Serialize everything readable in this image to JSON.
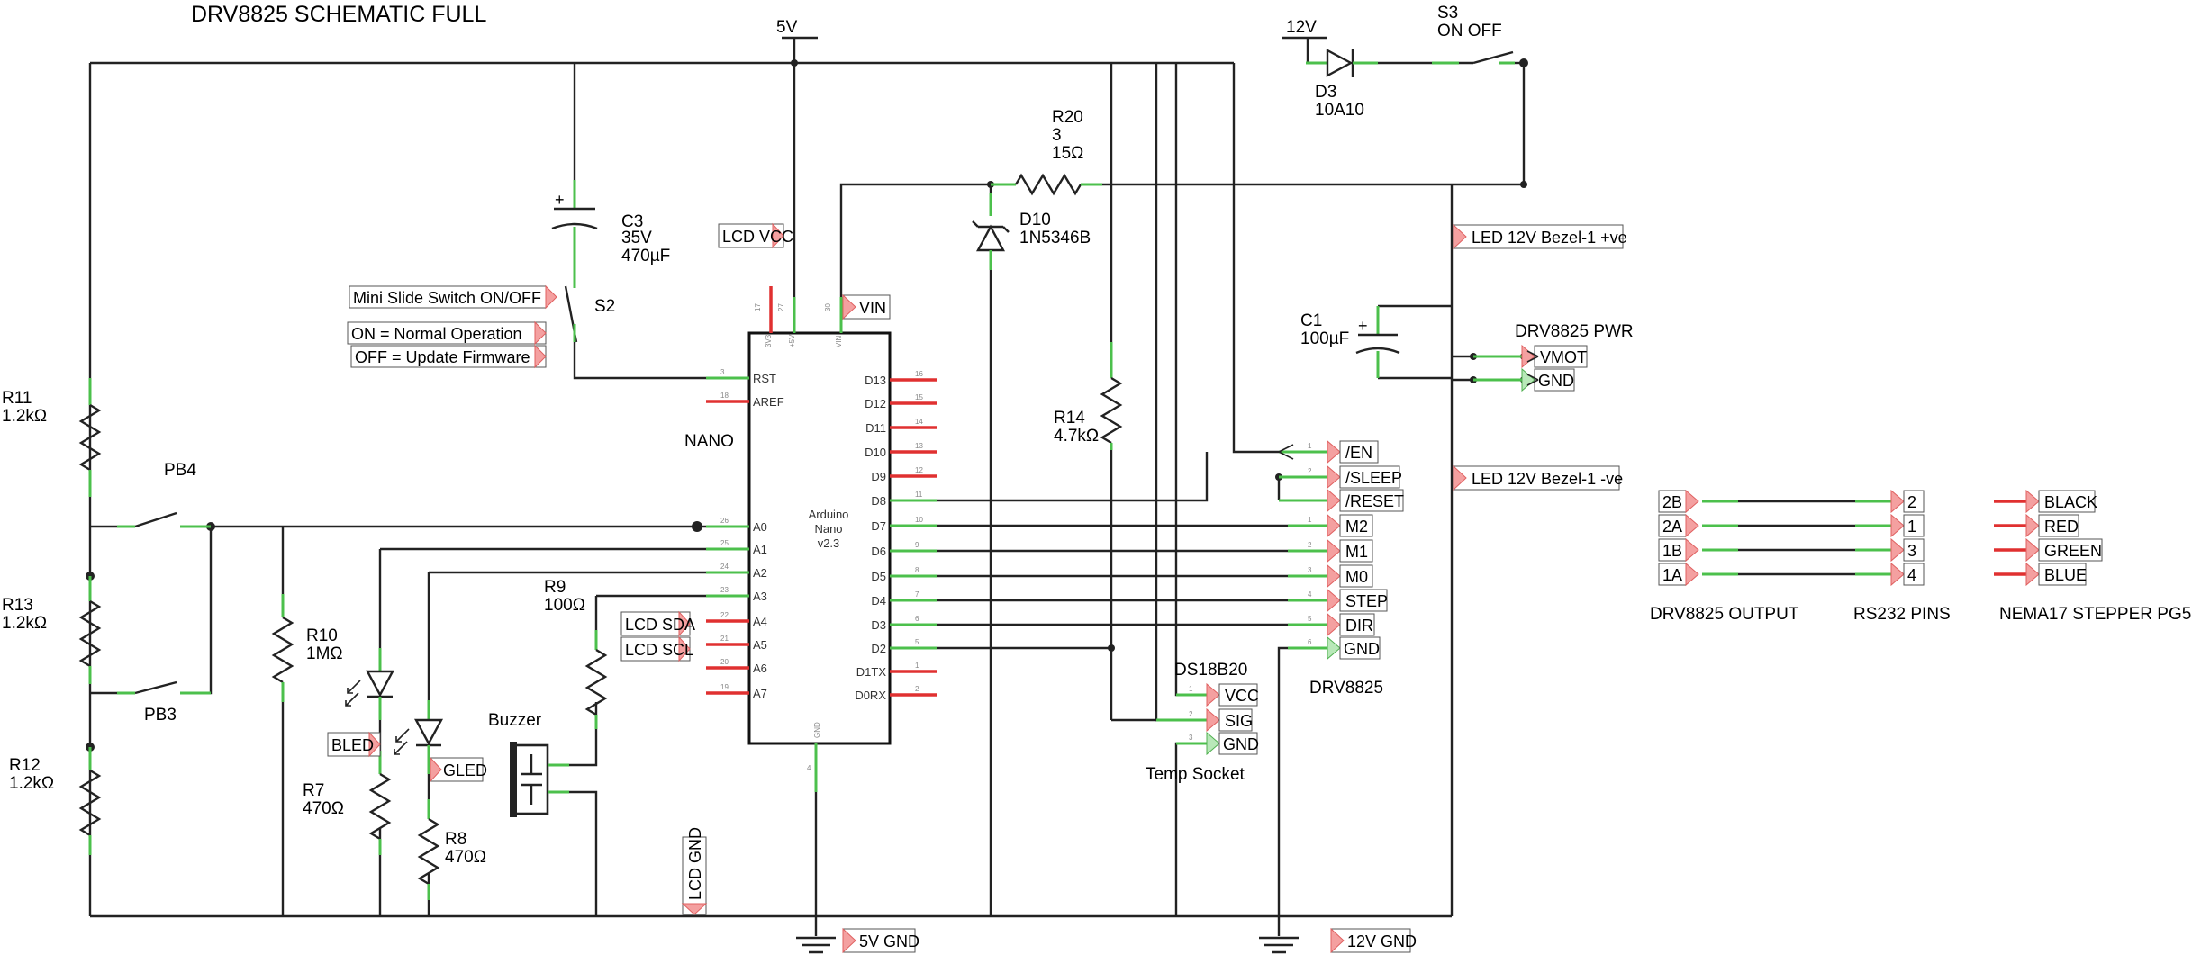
{
  "title": "DRV8825 SCHEMATIC FULL",
  "power": {
    "v5": "5V",
    "v12": "12V",
    "gnd5": "5V GND",
    "gnd12": "12V GND"
  },
  "components": {
    "c3": {
      "ref": "C3",
      "v": "35V",
      "val": "470µF"
    },
    "s2": {
      "ref": "S2"
    },
    "s3": {
      "ref": "S3",
      "val": "ON OFF"
    },
    "d3": {
      "ref": "D3",
      "val": "10A10"
    },
    "r20": {
      "ref": "R20",
      "v": "3",
      "val": "15Ω"
    },
    "d10": {
      "ref": "D10",
      "val": "1N5346B"
    },
    "c1": {
      "ref": "C1",
      "val": "100µF"
    },
    "r14": {
      "ref": "R14",
      "val": "4.7kΩ"
    },
    "r11": {
      "ref": "R11",
      "val": "1.2kΩ"
    },
    "r13": {
      "ref": "R13",
      "val": "1.2kΩ"
    },
    "r12": {
      "ref": "R12",
      "val": "1.2kΩ"
    },
    "r10": {
      "ref": "R10",
      "val": "1MΩ"
    },
    "r7": {
      "ref": "R7",
      "val": "470Ω"
    },
    "r8": {
      "ref": "R8",
      "val": "470Ω"
    },
    "r9": {
      "ref": "R9",
      "val": "100Ω"
    },
    "pb4": {
      "ref": "PB4"
    },
    "pb3": {
      "ref": "PB3"
    },
    "buzzer": {
      "ref": "Buzzer"
    },
    "nano": {
      "ref": "NANO",
      "line1": "Arduino",
      "line2": "Nano",
      "line3": "v2.3"
    },
    "drv": {
      "ref": "DRV8825",
      "pwr": "DRV8825 PWR"
    },
    "ds18b20": {
      "ref": "DS18B20",
      "sub": "Temp Socket"
    }
  },
  "notes": {
    "slide": "Mini Slide Switch ON/OFF",
    "on": "ON = Normal Operation",
    "off": "OFF = Update Firmware"
  },
  "nano_pins": {
    "top": [
      "3V3",
      "+5V",
      "VIN"
    ],
    "top_num": [
      "17",
      "27",
      "30"
    ],
    "left": [
      "RST",
      "AREF",
      "A0",
      "A1",
      "A2",
      "A3",
      "A4",
      "A5",
      "A6",
      "A7"
    ],
    "left_num": [
      "3",
      "18",
      "26",
      "25",
      "24",
      "23",
      "22",
      "21",
      "20",
      "19"
    ],
    "right": [
      "D13",
      "D12",
      "D11",
      "D10",
      "D9",
      "D8",
      "D7",
      "D6",
      "D5",
      "D4",
      "D3",
      "D2",
      "D1TX",
      "D0RX"
    ],
    "right_num": [
      "16",
      "15",
      "14",
      "13",
      "12",
      "11",
      "10",
      "9",
      "8",
      "7",
      "6",
      "5",
      "1",
      "2"
    ],
    "bottom": "GND",
    "bottom_num": "4"
  },
  "net_tags": {
    "lcd_vcc": "LCD VCC",
    "vin": "VIN",
    "lcd_sda": "LCD SDA",
    "lcd_scl": "LCD SCL",
    "lcd_gnd": "LCD GND",
    "bled": "BLED",
    "gled": "GLED",
    "bezel_pos": "LED 12V Bezel-1 +ve",
    "bezel_neg": "LED 12V Bezel-1 -ve",
    "vmot": "VMOT",
    "pwr_gnd": "GND"
  },
  "drv_pins": [
    "/EN",
    "/SLEEP",
    "/RESET",
    "M2",
    "M1",
    "M0",
    "STEP",
    "DIR",
    "GND"
  ],
  "drv_pin_num": [
    "1",
    "2",
    "",
    "1",
    "2",
    "3",
    "4",
    "5",
    "6"
  ],
  "ds_pins": [
    "VCC",
    "SIG",
    "GND"
  ],
  "ds_pin_num": [
    "1",
    "2",
    "3"
  ],
  "output_table": {
    "drv_out": [
      "2B",
      "2A",
      "1B",
      "1A"
    ],
    "rs232": [
      "2",
      "1",
      "3",
      "4"
    ],
    "nema": [
      "BLACK",
      "RED",
      "GREEN",
      "BLUE"
    ],
    "drv_out_label": "DRV8825 OUTPUT",
    "rs232_label": "RS232 PINS",
    "nema_label": "NEMA17 STEPPER PG5"
  },
  "colors": {
    "wire": "#222222",
    "pin_green": "#4cc04c",
    "pin_red": "#e03030",
    "tag_red": "#f4a0a0",
    "tag_green": "#b8e8b8"
  }
}
